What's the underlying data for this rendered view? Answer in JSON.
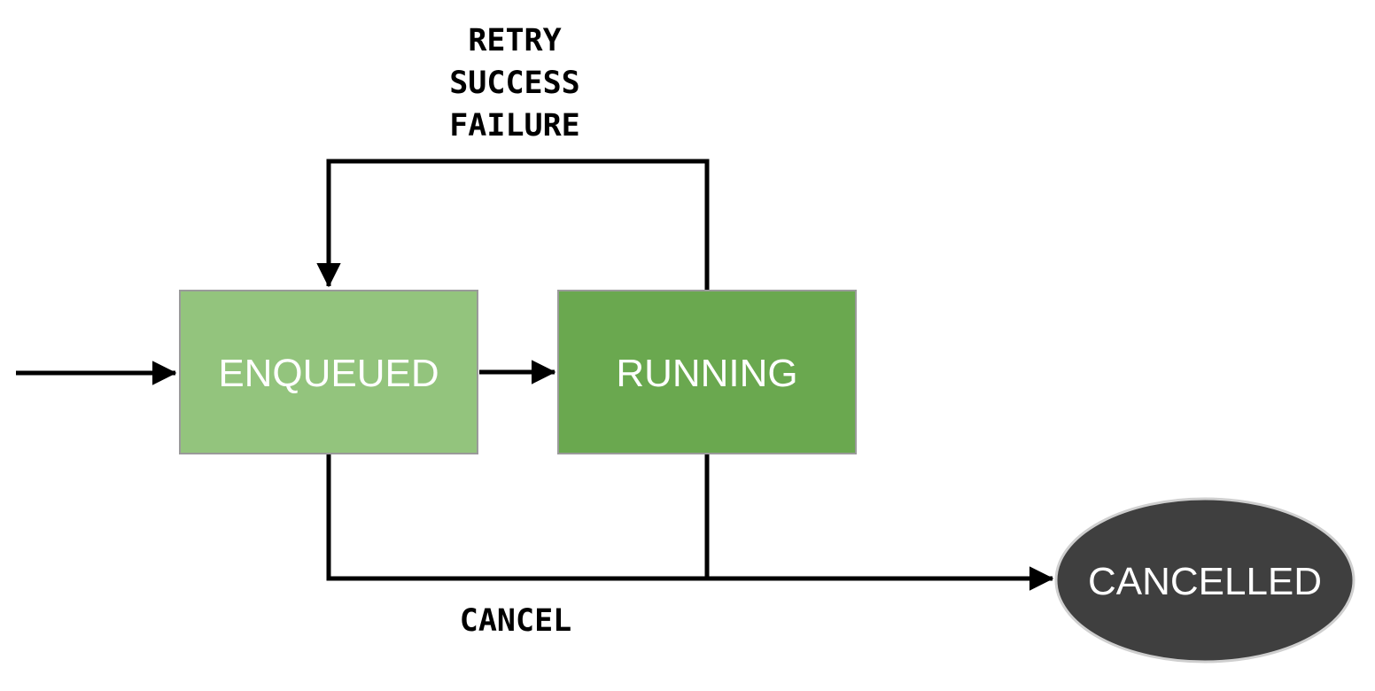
{
  "diagram": {
    "type": "state-machine",
    "states": {
      "enqueued": {
        "label": "ENQUEUED",
        "shape": "rectangle",
        "fill": "#93c47d",
        "border": "#9a9a9a",
        "text_color": "#ffffff"
      },
      "running": {
        "label": "RUNNING",
        "shape": "rectangle",
        "fill": "#6aa84f",
        "border": "#9a9a9a",
        "text_color": "#ffffff"
      },
      "cancelled": {
        "label": "CANCELLED",
        "shape": "ellipse",
        "fill": "#3f3f3f",
        "border": "#cfcfcf",
        "text_color": "#ffffff"
      }
    },
    "edge_labels": {
      "retry": "RETRY",
      "success": "SUCCESS",
      "failure": "FAILURE",
      "cancel": "CANCEL"
    },
    "transitions": [
      {
        "from": "start",
        "to": "enqueued",
        "labels": []
      },
      {
        "from": "enqueued",
        "to": "running",
        "labels": []
      },
      {
        "from": "running",
        "to": "enqueued",
        "labels": [
          "RETRY",
          "SUCCESS",
          "FAILURE"
        ]
      },
      {
        "from": "enqueued",
        "to": "cancelled",
        "labels": [
          "CANCEL"
        ]
      },
      {
        "from": "running",
        "to": "cancelled",
        "labels": [
          "CANCEL"
        ]
      }
    ],
    "colors": {
      "arrow": "#000000",
      "edge_label_text": "#000000",
      "background": "#ffffff"
    }
  }
}
